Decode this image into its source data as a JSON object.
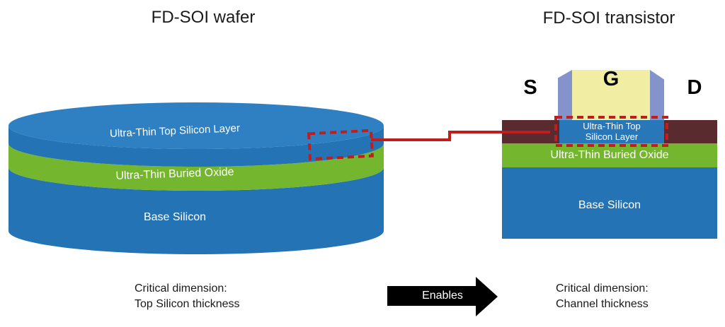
{
  "header": {
    "wafer_title": "FD-SOI wafer",
    "transistor_title": "FD-SOI transistor"
  },
  "wafer": {
    "top_layer_label": "Ultra-Thin Top Silicon Layer",
    "oxide_label": "Ultra-Thin Buried Oxide",
    "base_label": "Base Silicon",
    "caption": {
      "line1": "Critical dimension:",
      "line2": "Top Silicon thickness"
    }
  },
  "transistor": {
    "source_label": "S",
    "gate_label": "G",
    "drain_label": "D",
    "channel": {
      "line1": "Ultra-Thin Top",
      "line2": "Silicon Layer"
    },
    "oxide_label": "Ultra-Thin Buried Oxide",
    "base_label": "Base Silicon",
    "caption": {
      "line1": "Critical dimension:",
      "line2": "Channel thickness"
    }
  },
  "arrow_label": "Enables",
  "colors": {
    "wafer_top_face": "#2E80C3",
    "silicon_blue": "#2473B5",
    "oxide_green": "#74B62D",
    "channel_blue": "#2877B9",
    "source_drain_maroon": "#5A2B2E",
    "gate_yellow": "#F1EEA4",
    "spacer_lavender": "#8593CC",
    "highlight_red": "#BE1E1E",
    "arrow_black": "#000000"
  }
}
